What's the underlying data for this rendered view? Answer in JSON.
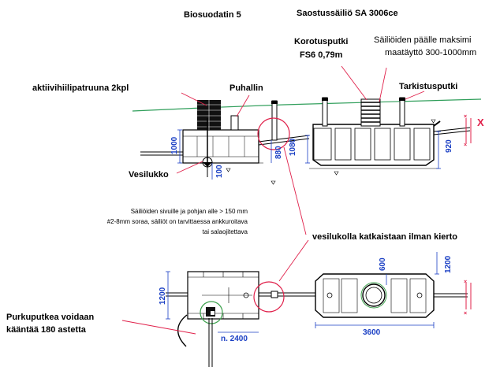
{
  "titles": {
    "left": "Biosuodatin 5",
    "right": "Saostussäiliö SA 3006ce"
  },
  "labels": {
    "korotusputki_1": "Korotusputki",
    "korotusputki_2": "FS6 0,79m",
    "taytto_1": "Säiliöiden päälle maksimi",
    "taytto_2": "maatäyttö 300-1000mm",
    "aktiivihiili": "aktiivihiilipatruuna 2kpl",
    "puhallin": "Puhallin",
    "tarkistusputki": "Tarkistusputki",
    "vesilukko": "Vesilukko",
    "katkaisu": "vesilukolla katkaistaan ilman kierto",
    "purkuputki_1": "Purkuputkea voidaan",
    "purkuputki_2": "kääntää 180 astetta",
    "x_mark": "X"
  },
  "notes": {
    "soraa_1": "Säiliöiden sivuille ja pohjan alle > 150 mm",
    "soraa_2": "#2-8mm soraa, säiliöt on tarvittaessa ankkuroitava",
    "soraa_3": "tai salaojitettava"
  },
  "dimensions": {
    "d1000": "1000",
    "d100": "100",
    "d880": "880",
    "d1080": "1080",
    "d920": "920",
    "d1200a": "1200",
    "d600": "600",
    "d1200b": "1200",
    "d2400": "n. 2400",
    "d3600": "3600"
  },
  "colors": {
    "ground": "#2f9e5a",
    "dimension": "#1a3fc4",
    "circle": "#e0204a",
    "callout": "#e0204a",
    "green_circle": "#3aa04a"
  }
}
